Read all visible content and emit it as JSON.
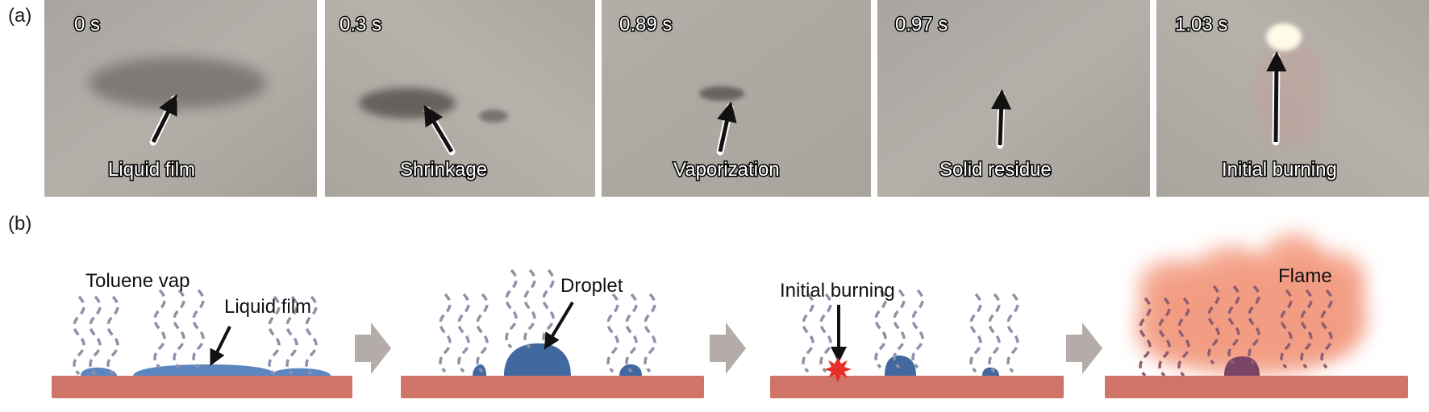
{
  "panel_labels": {
    "a": "(a)",
    "b": "(b)"
  },
  "photos": [
    {
      "time": "0 s",
      "label": "Liquid film"
    },
    {
      "time": "0.3 s",
      "label": "Shrinkage"
    },
    {
      "time": "0.89 s",
      "label": "Vaporization"
    },
    {
      "time": "0.97 s",
      "label": "Solid residue"
    },
    {
      "time": "1.03 s",
      "label": "Initial burning"
    }
  ],
  "schematic": {
    "stage1": {
      "vapor_label": "Toluene vap",
      "film_label": "Liquid film"
    },
    "stage2": {
      "droplet_label": "Droplet"
    },
    "stage3": {
      "burning_label": "Initial burning"
    },
    "stage4": {
      "flame_label": "Flame"
    }
  },
  "colors": {
    "substrate": "#cf7466",
    "liquid": "#5b86c0",
    "droplet": "#41689f",
    "vapor": "#8e92a8",
    "flame": "#f5a48c",
    "residue": "#7a4466",
    "spark": "#e8302a",
    "process_arrow": "#b3aca9"
  }
}
